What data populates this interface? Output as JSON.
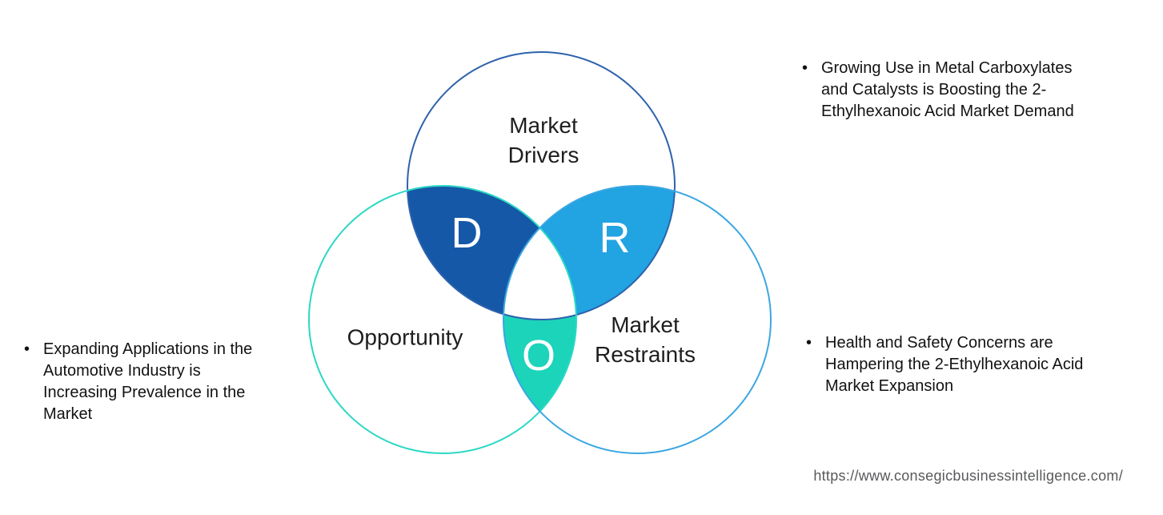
{
  "colors": {
    "background": "#ffffff",
    "drivers_stroke": "#2E62AC",
    "opportunity_stroke": "#2BD8C4",
    "restraints_stroke": "#3BA7E1",
    "d_fill": "#1558A7",
    "r_fill": "#22A3E2",
    "o_fill": "#1BD4BA",
    "center_fill": "#FFFFFF"
  },
  "venn": {
    "labels": {
      "drivers": "Market\nDrivers",
      "opportunity": "Opportunity",
      "restraints": "Market\nRestraints"
    },
    "letters": {
      "d": "D",
      "r": "R",
      "o": "O"
    }
  },
  "annotations": {
    "left": {
      "bullet": "•",
      "text": "Expanding Applications in the\nAutomotive Industry is\nIncreasing Prevalence in the\nMarket"
    },
    "right_top": {
      "bullet": "•",
      "text": "Growing Use in Metal Carboxylates\nand Catalysts is Boosting the 2-\nEthylhexanoic Acid Market Demand"
    },
    "right_bottom": {
      "bullet": "•",
      "text": "Health and Safety Concerns are\nHampering the 2-Ethylhexanoic Acid\nMarket Expansion"
    }
  },
  "footer": {
    "url": "https://www.consegicbusinessintelligence.com/"
  }
}
